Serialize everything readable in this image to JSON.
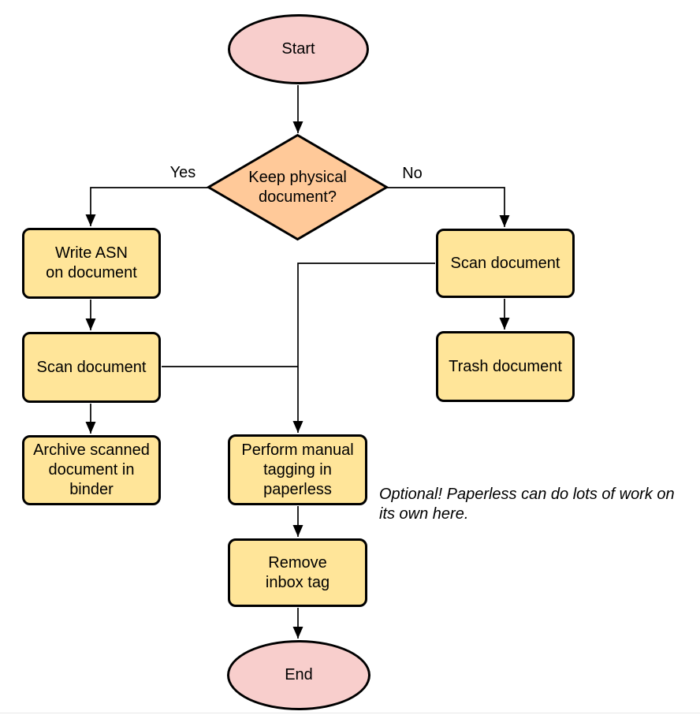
{
  "diagram": {
    "type": "flowchart",
    "nodes": {
      "start": {
        "label": "Start",
        "shape": "terminator"
      },
      "decision": {
        "label": "Keep physical\ndocument?",
        "shape": "decision"
      },
      "write_asn": {
        "label": "Write ASN\non document",
        "shape": "process"
      },
      "scan_left": {
        "label": "Scan document",
        "shape": "process"
      },
      "archive": {
        "label": "Archive scanned\ndocument in\nbinder",
        "shape": "process"
      },
      "scan_right": {
        "label": "Scan document",
        "shape": "process"
      },
      "trash": {
        "label": "Trash document",
        "shape": "process"
      },
      "tagging": {
        "label": "Perform manual\ntagging in\npaperless",
        "shape": "process"
      },
      "remove_inbox": {
        "label": "Remove\ninbox tag",
        "shape": "process"
      },
      "end": {
        "label": "End",
        "shape": "terminator"
      }
    },
    "edges": [
      {
        "from": "start",
        "to": "decision",
        "label": ""
      },
      {
        "from": "decision",
        "to": "write_asn",
        "label": "Yes"
      },
      {
        "from": "decision",
        "to": "scan_right",
        "label": "No"
      },
      {
        "from": "write_asn",
        "to": "scan_left",
        "label": ""
      },
      {
        "from": "scan_left",
        "to": "tagging",
        "label": ""
      },
      {
        "from": "scan_left",
        "to": "archive",
        "label": ""
      },
      {
        "from": "scan_right",
        "to": "trash",
        "label": ""
      },
      {
        "from": "scan_right",
        "to": "tagging",
        "label": ""
      },
      {
        "from": "tagging",
        "to": "remove_inbox",
        "label": ""
      },
      {
        "from": "remove_inbox",
        "to": "end",
        "label": ""
      }
    ],
    "note": "Optional! Paperless can do lots of work on\nits own here.",
    "colors": {
      "terminator_fill": "#F8CECC",
      "decision_fill": "#FFC999",
      "process_fill": "#FFE599",
      "stroke": "#000000",
      "background": "#FFFFFF"
    }
  }
}
